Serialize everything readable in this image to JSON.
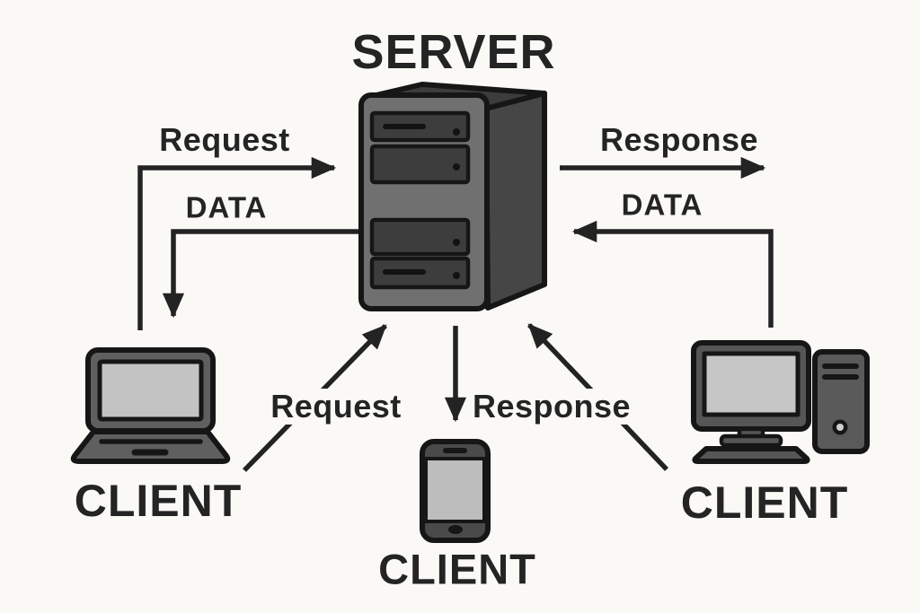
{
  "diagram": {
    "title": "SERVER",
    "colors": {
      "background": "#faf9f6",
      "ink": "#232323",
      "device_dark": "#5f5f5f",
      "device_darker": "#454545",
      "screen_gray": "#c3c3c3",
      "server_front": "#707070",
      "server_bay": "#3d3d3d"
    },
    "labels": {
      "server_title": "SERVER",
      "request_top_left": "Request",
      "data_left": "DATA",
      "response_top_right": "Response",
      "data_right": "DATA",
      "request_center": "Request",
      "response_center": "Response",
      "client_laptop": "CLIENT",
      "client_phone": "CLIENT",
      "client_desktop": "CLIENT"
    },
    "nodes": [
      {
        "id": "server",
        "label": "SERVER",
        "icon": "server-tower-icon",
        "position": "top-center"
      },
      {
        "id": "client-laptop",
        "label": "CLIENT",
        "icon": "laptop-icon",
        "position": "bottom-left"
      },
      {
        "id": "client-phone",
        "label": "CLIENT",
        "icon": "smartphone-icon",
        "position": "bottom-center"
      },
      {
        "id": "client-desktop",
        "label": "CLIENT",
        "icon": "desktop-computer-icon",
        "position": "bottom-right"
      }
    ],
    "edges": [
      {
        "label": "Request",
        "from": "client-laptop",
        "to": "server",
        "shape": "up-then-right-arrow"
      },
      {
        "label": "DATA",
        "from": "server",
        "to": "client-laptop",
        "shape": "left-then-down-arrow"
      },
      {
        "label": "Response",
        "from": "server",
        "to": "right-side",
        "shape": "right-arrow"
      },
      {
        "label": "DATA",
        "from": "client-desktop",
        "to": "server",
        "shape": "up-then-left-arrow"
      },
      {
        "label": "Request",
        "from": "client-laptop",
        "to": "server",
        "shape": "diagonal-up-arrow"
      },
      {
        "label": "Response",
        "from": "server",
        "to": "client-phone",
        "shape": "down-arrow"
      },
      {
        "label": "",
        "from": "client-desktop",
        "to": "server",
        "shape": "diagonal-up-arrow"
      }
    ]
  }
}
